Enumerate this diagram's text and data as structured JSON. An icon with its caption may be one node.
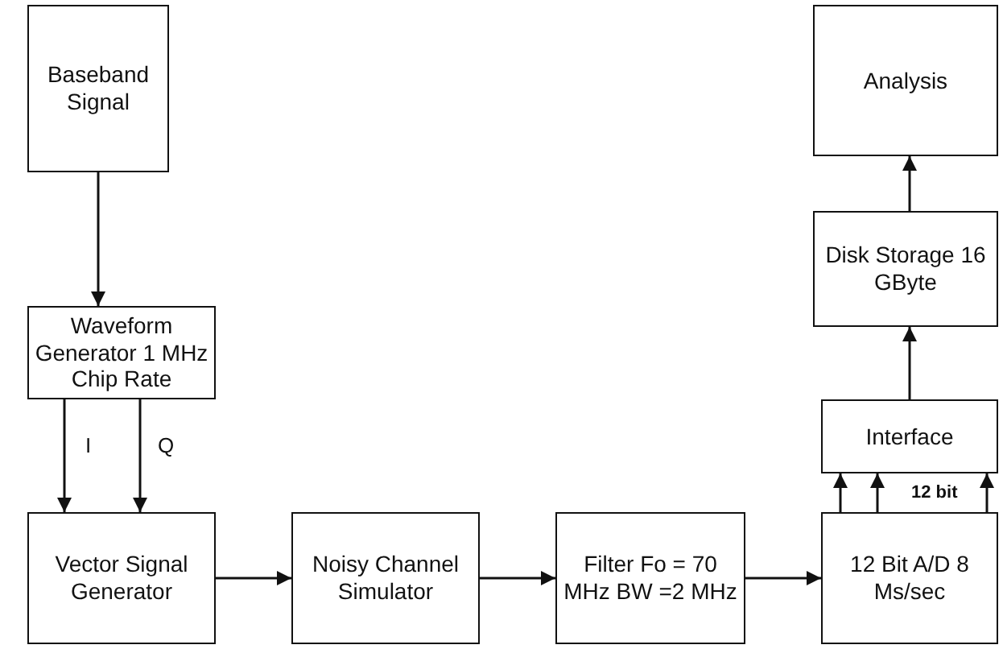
{
  "diagram": {
    "nodes": [
      {
        "text": [
          "Baseband Signal"
        ]
      },
      {
        "text": [
          "Waveform Generator 1 MHz Chip Rate"
        ]
      },
      {
        "text": [
          "Vector Signal Generator"
        ]
      },
      {
        "text": [
          "Noisy Channel Simulator"
        ]
      },
      {
        "text": [
          "Filter Fo = 70 MHz BW =2 MHz"
        ]
      },
      {
        "text": [
          "12 Bit A/D 8 Ms/sec"
        ]
      },
      {
        "text": [
          "Interface"
        ]
      },
      {
        "text": [
          "Disk Storage 16 GByte"
        ]
      },
      {
        "text": [
          "Analysis"
        ]
      }
    ],
    "edges": [
      {
        "from": 0,
        "to": 1,
        "arrow": "to"
      },
      {
        "from": 1,
        "to": 2,
        "arrow": "to",
        "label": "I"
      },
      {
        "from": 1,
        "to": 2,
        "arrow": "to",
        "label": "Q"
      },
      {
        "from": 2,
        "to": 3,
        "arrow": "to"
      },
      {
        "from": 3,
        "to": 4,
        "arrow": "to"
      },
      {
        "from": 4,
        "to": 5,
        "arrow": "to"
      },
      {
        "from": 5,
        "to": 6,
        "arrow": "to"
      },
      {
        "from": 5,
        "to": 6,
        "arrow": "to"
      },
      {
        "from": 5,
        "to": 6,
        "arrow": "to",
        "label": "12 bit"
      },
      {
        "from": 6,
        "to": 7,
        "arrow": "to"
      },
      {
        "from": 7,
        "to": 8,
        "arrow": "to"
      }
    ]
  }
}
